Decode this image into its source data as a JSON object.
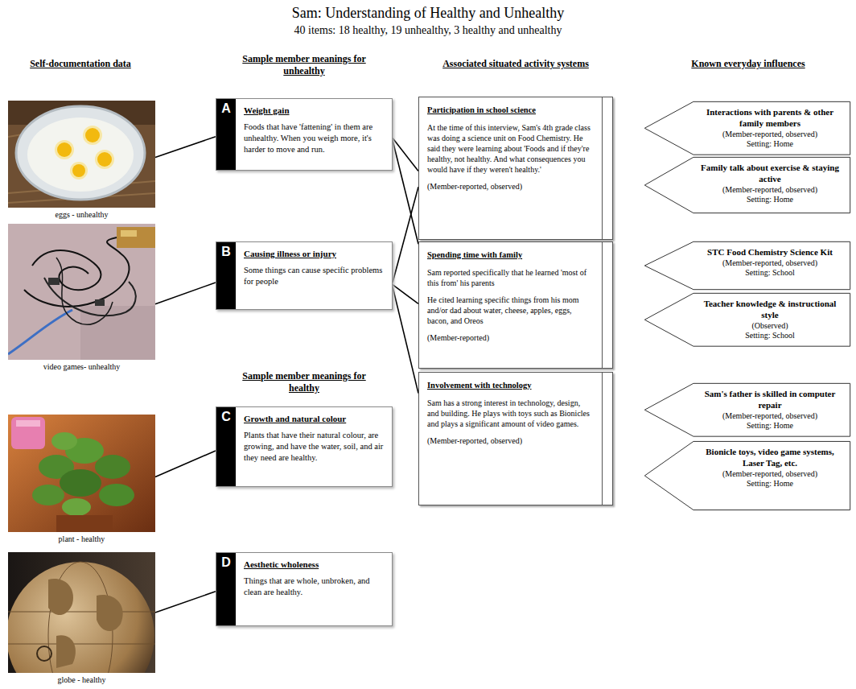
{
  "diagram": {
    "title": "Sam: Understanding of Healthy and Unhealthy",
    "nodes": [
      {
        "text": [
          "eggs - unhealthy"
        ]
      },
      {
        "text": [
          "video games- unhealthy"
        ]
      },
      {
        "text": [
          "plant - healthy"
        ]
      },
      {
        "text": [
          "globe - healthy"
        ]
      },
      {
        "text": [
          "A",
          "Weight gain",
          "Foods that have 'fattening' in them are unhealthy. When you weigh more, it's harder to move and run."
        ]
      },
      {
        "text": [
          "B",
          "Causing illness or injury",
          "Some things can cause specific problems for people"
        ]
      },
      {
        "text": [
          "C",
          "Growth and natural colour",
          "Plants that have their natural colour, are growing, and have the water, soil, and air they need are healthy."
        ]
      },
      {
        "text": [
          "D",
          "Aesthetic wholeness",
          "Things that are whole, unbroken, and clean are healthy."
        ]
      },
      {
        "text": [
          "Participation in school science",
          "At the time of this interview, Sam's 4th grade class was doing a science unit on Food Chemistry. He said they were learning about 'Foods and if they're healthy, not healthy. And what consequences you would have if they weren't healthy.'",
          "(Member-reported, observed)"
        ]
      },
      {
        "text": [
          "Spending time with family",
          "Sam reported specifically that he learned 'most of this from' his parents",
          "He cited learning specific things from his mom and/or dad about water, cheese, apples, eggs, bacon, and Oreos",
          "(Member-reported)"
        ]
      },
      {
        "text": [
          "Involvement with technology",
          "Sam has a strong interest in technology, design, and building. He plays with toys such as Bionicles and plays a significant amount of video games.",
          "(Member-reported, observed)"
        ]
      },
      {
        "text": [
          "Interactions with parents & other family members",
          "(Member-reported, observed)",
          "Setting: Home"
        ]
      },
      {
        "text": [
          "Family talk about exercise & staying active",
          "(Member-reported, observed)",
          "Setting: Home"
        ]
      },
      {
        "text": [
          "STC Food Chemistry Science Kit",
          "(Member-reported, observed)",
          "Setting: School"
        ]
      },
      {
        "text": [
          "Teacher knowledge & instructional style",
          "(Observed)",
          "Setting: School"
        ]
      },
      {
        "text": [
          "Sam's father is skilled in computer repair",
          "(Member-reported, observed)",
          "Setting: Home"
        ]
      },
      {
        "text": [
          "Bionicle toys, video game systems, Laser Tag, etc.",
          "(Member-reported, observed)",
          "Setting: Home"
        ]
      }
    ],
    "edges": [
      {
        "from": 0,
        "to": 4,
        "arrow": "none"
      },
      {
        "from": 1,
        "to": 5,
        "arrow": "none"
      },
      {
        "from": 2,
        "to": 6,
        "arrow": "none"
      },
      {
        "from": 3,
        "to": 7,
        "arrow": "none"
      },
      {
        "from": 4,
        "to": 8,
        "arrow": "none"
      },
      {
        "from": 4,
        "to": 9,
        "arrow": "none"
      },
      {
        "from": 5,
        "to": 8,
        "arrow": "none"
      },
      {
        "from": 5,
        "to": 9,
        "arrow": "none"
      },
      {
        "from": 5,
        "to": 10,
        "arrow": "none"
      }
    ],
    "labels": [
      "40 items: 18 healthy, 19 unhealthy, 3 healthy and unhealthy",
      "Self-documentation data",
      "Sample member meanings for unhealthy",
      "Associated situated activity systems",
      "Known everyday influences",
      "Sample member meanings for healthy"
    ]
  }
}
